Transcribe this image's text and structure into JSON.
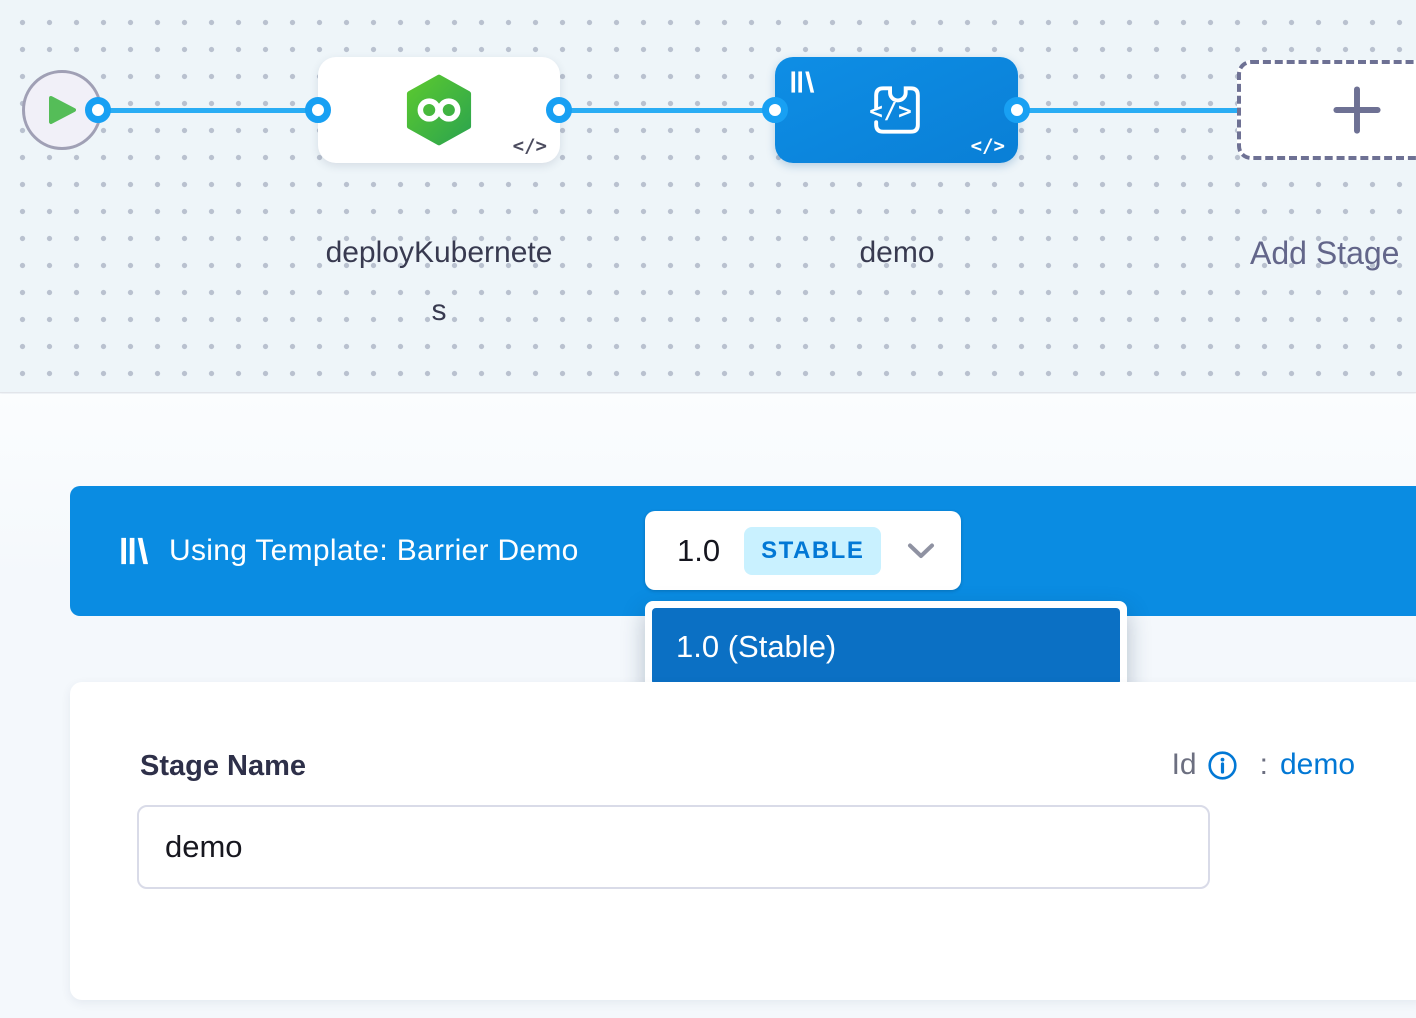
{
  "canvas": {
    "stages": [
      {
        "name": "deployKubernetes"
      },
      {
        "name": "demo"
      }
    ],
    "add_stage_label": "Add Stage"
  },
  "icons": {
    "code": "</>",
    "infinity": "infinity-loop",
    "library": "template-library",
    "play": "play",
    "plus": "plus"
  },
  "template_banner": {
    "label": "Using Template: Barrier Demo",
    "version": "1.0",
    "badge": "STABLE"
  },
  "version_dropdown": {
    "selected_option": "1.0 (Stable)"
  },
  "stage_form": {
    "name_label": "Stage Name",
    "id_label": "Id",
    "id_colon": ":",
    "id_value": "demo",
    "name_value": "demo"
  },
  "colors": {
    "banner_blue": "#0a8ce2",
    "node_blue": "#0b86df",
    "dropdown_selected_blue": "#0b70c4",
    "connector_blue": "#2aadf4",
    "connector_point_blue": "#18a0f3",
    "stable_badge_bg": "#c9f1ff",
    "link_blue": "#0278d5",
    "stage_green": "#4fc62d",
    "canvas_bg": "#eef5f9"
  }
}
